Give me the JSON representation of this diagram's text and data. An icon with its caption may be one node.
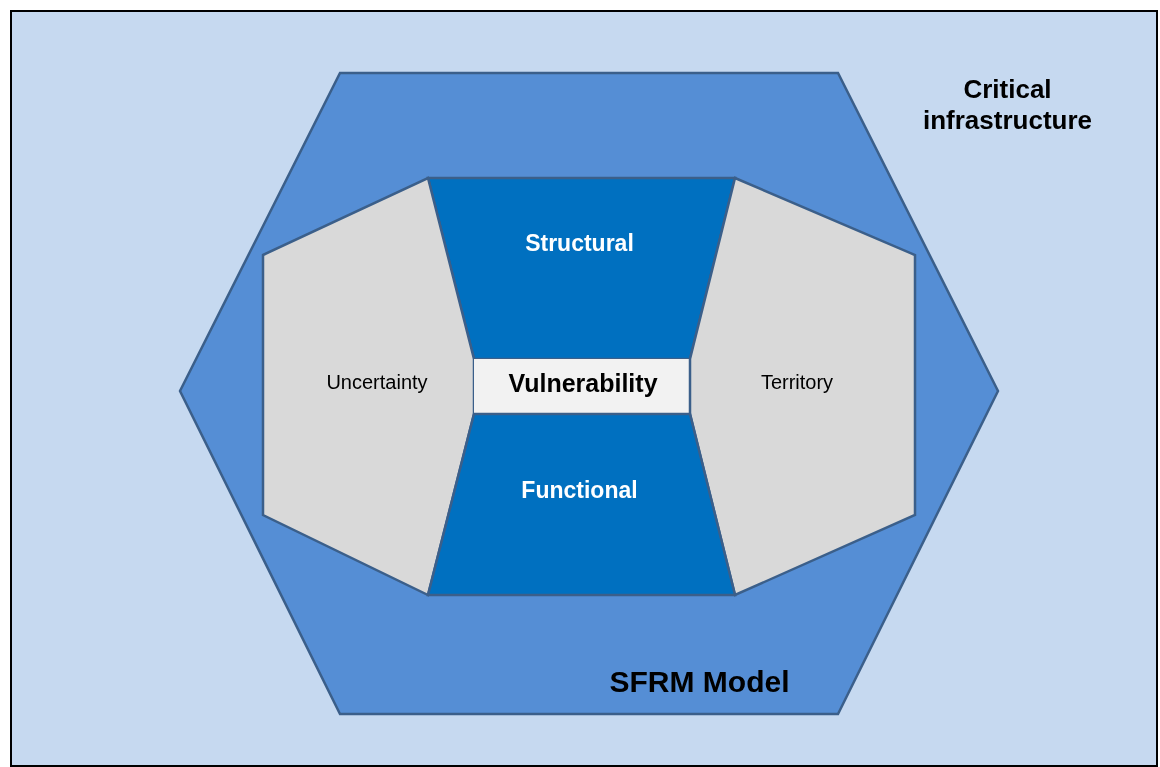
{
  "diagram": {
    "nodes": [
      {
        "text": [
          "Critical infrastructure"
        ]
      },
      {
        "text": [
          "SFRM Model"
        ],
        "in": 0
      },
      {
        "text": [
          "Structural"
        ],
        "in": 1
      },
      {
        "text": [
          "Uncertainty"
        ],
        "in": 1
      },
      {
        "text": [
          "Vulnerability"
        ],
        "in": 1
      },
      {
        "text": [
          "Territory"
        ],
        "in": 1
      },
      {
        "text": [
          "Functional"
        ],
        "in": 1
      }
    ]
  }
}
